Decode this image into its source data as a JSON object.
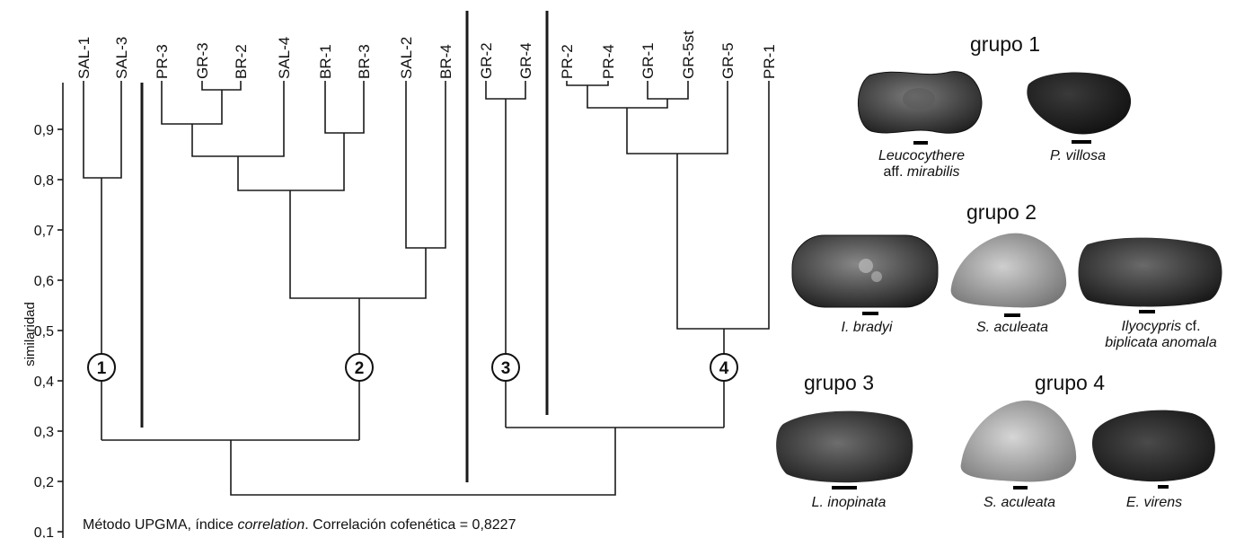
{
  "dendrogram": {
    "y_axis": {
      "label": "similaridad",
      "ticks": [
        "0,1",
        "0,2",
        "0,3",
        "0,4",
        "0,5",
        "0,6",
        "0,7",
        "0,8",
        "0,9"
      ],
      "range": [
        0.1,
        1.0
      ]
    },
    "leaves": [
      "SAL-1",
      "SAL-3",
      "PR-3",
      "GR-3",
      "BR-2",
      "SAL-4",
      "BR-1",
      "BR-3",
      "SAL-2",
      "BR-4",
      "GR-2",
      "GR-4",
      "PR-2",
      "PR-4",
      "GR-1",
      "GR-5st",
      "GR-5",
      "PR-1"
    ],
    "merges": [
      {
        "children": [
          "GR-3",
          "BR-2"
        ],
        "similarity": 0.975
      },
      {
        "children": [
          "PR-2",
          "PR-4"
        ],
        "similarity": 0.975
      },
      {
        "children": [
          "GR-1",
          "GR-5st"
        ],
        "similarity": 0.96
      },
      {
        "children": [
          "GR-2",
          "GR-4"
        ],
        "similarity": 0.965
      },
      {
        "children": [
          "(PR-2,PR-4)",
          "(GR-1,GR-5st)"
        ],
        "similarity": 0.945
      },
      {
        "children": [
          "PR-3",
          "(GR-3,BR-2)"
        ],
        "similarity": 0.91
      },
      {
        "children": [
          "BR-1",
          "BR-3"
        ],
        "similarity": 0.895
      },
      {
        "children": [
          "(PR-3,GR-3,BR-2)",
          "SAL-4"
        ],
        "similarity": 0.845
      },
      {
        "children": [
          "(PR-2,PR-4,GR-1,GR-5st)",
          "GR-5"
        ],
        "similarity": 0.855
      },
      {
        "children": [
          "SAL-1",
          "SAL-3"
        ],
        "similarity": 0.805
      },
      {
        "children": [
          "(PR-3,GR-3,BR-2,SAL-4)",
          "(BR-1,BR-3)"
        ],
        "similarity": 0.78
      },
      {
        "children": [
          "SAL-2",
          "BR-4"
        ],
        "similarity": 0.665
      },
      {
        "children": [
          "(grupo 2 left)",
          "(SAL-2,BR-4)"
        ],
        "similarity": 0.565
      },
      {
        "children": [
          "(PR-2..GR-5)",
          "PR-1"
        ],
        "similarity": 0.505
      },
      {
        "children": [
          "grupo 1",
          "grupo 2"
        ],
        "similarity": 0.28
      },
      {
        "children": [
          "grupo 3",
          "grupo 4"
        ],
        "similarity": 0.31
      },
      {
        "children": [
          "(grupo 1,grupo 2)",
          "(grupo 3,grupo 4)"
        ],
        "similarity": 0.165
      }
    ],
    "cluster_markers": [
      "1",
      "2",
      "3",
      "4"
    ],
    "footnote": {
      "part1": "Método UPGMA, índice ",
      "part2_italic": "correlation",
      "part3": ". Correlación cofenética = 0,8227"
    }
  },
  "groups": [
    {
      "title": "grupo 1",
      "specimens": [
        {
          "line1": "Leucocythere",
          "line1_italic": true,
          "line2": "aff. ",
          "line2b": "mirabilis",
          "icon": "ostracod-shell"
        },
        {
          "line1": "P. villosa",
          "line1_italic": true,
          "icon": "ostracod-shell"
        }
      ]
    },
    {
      "title": "grupo 2",
      "specimens": [
        {
          "line1": "I. bradyi",
          "line1_italic": true,
          "icon": "ostracod-shell"
        },
        {
          "line1": "S. aculeata",
          "line1_italic": true,
          "icon": "ostracod-shell"
        },
        {
          "line1": "Ilyocypris",
          "line1b": " cf.",
          "line2": "biplicata anomala",
          "icon": "ostracod-shell"
        }
      ]
    },
    {
      "title": "grupo 3",
      "specimens": [
        {
          "line1": "L. inopinata",
          "line1_italic": true,
          "icon": "ostracod-shell"
        }
      ]
    },
    {
      "title": "grupo 4",
      "specimens": [
        {
          "line1": "S. aculeata",
          "line1_italic": true,
          "icon": "ostracod-shell"
        },
        {
          "line1": "E. virens",
          "line1_italic": true,
          "icon": "ostracod-shell"
        }
      ]
    }
  ],
  "colors": {
    "line": "#1a1a1a",
    "shell_dark": "#2a2a2a",
    "shell_light": "#9a9a9a"
  }
}
